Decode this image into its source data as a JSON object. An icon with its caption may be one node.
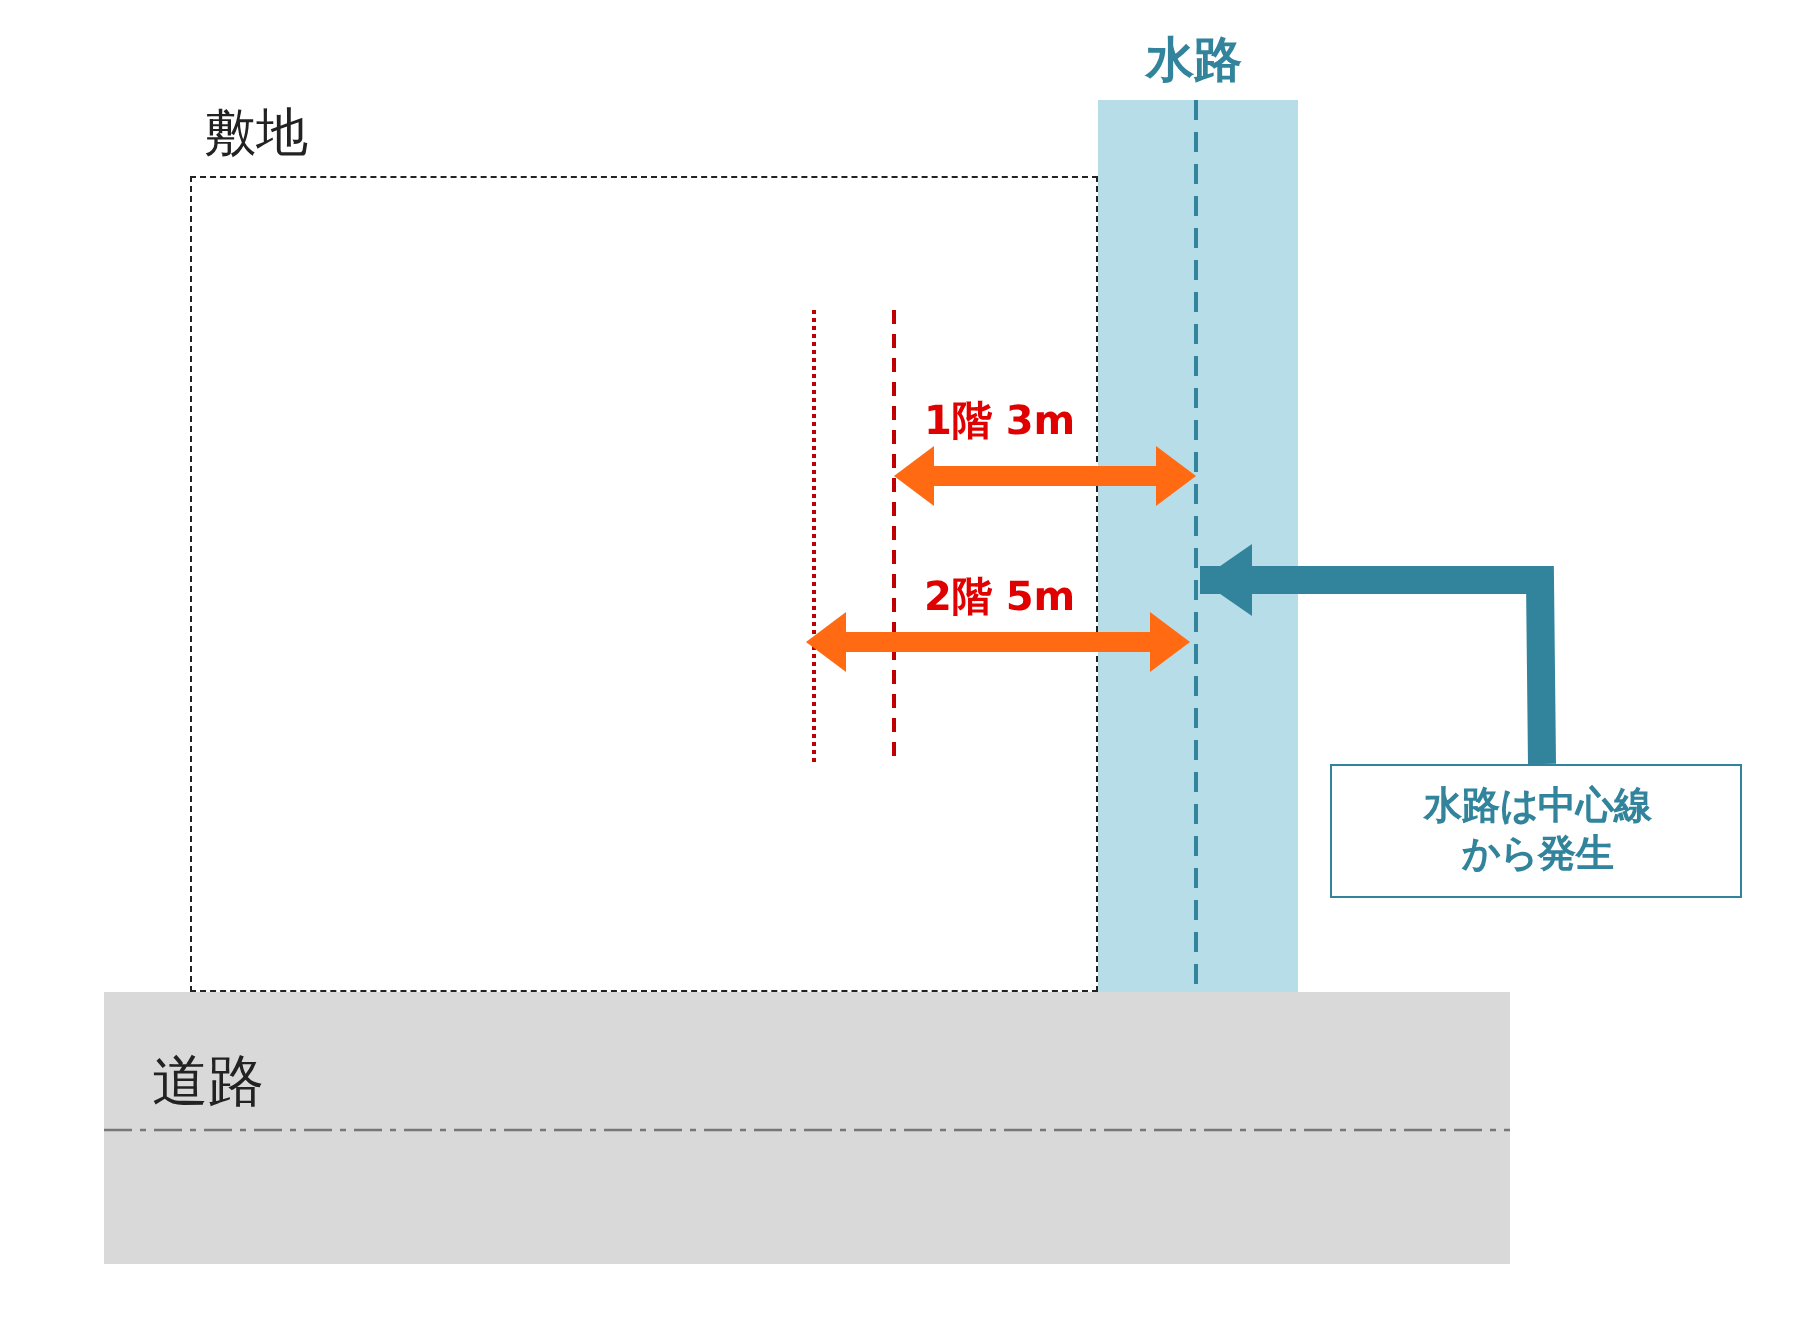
{
  "diagram": {
    "nodes": [
      {
        "text": [
          "敷地"
        ]
      },
      {
        "text": [
          "水路"
        ]
      },
      {
        "text": [
          "道路"
        ]
      },
      {
        "text": [
          "水路は中心線から発生"
        ]
      },
      {
        "text": [],
        "shape": "line",
        "in": 1
      }
    ],
    "edges": [
      {
        "from": 3,
        "to": 4,
        "arrow": "to"
      }
    ],
    "labels": [
      "1階 3m",
      "2階 5m"
    ]
  }
}
